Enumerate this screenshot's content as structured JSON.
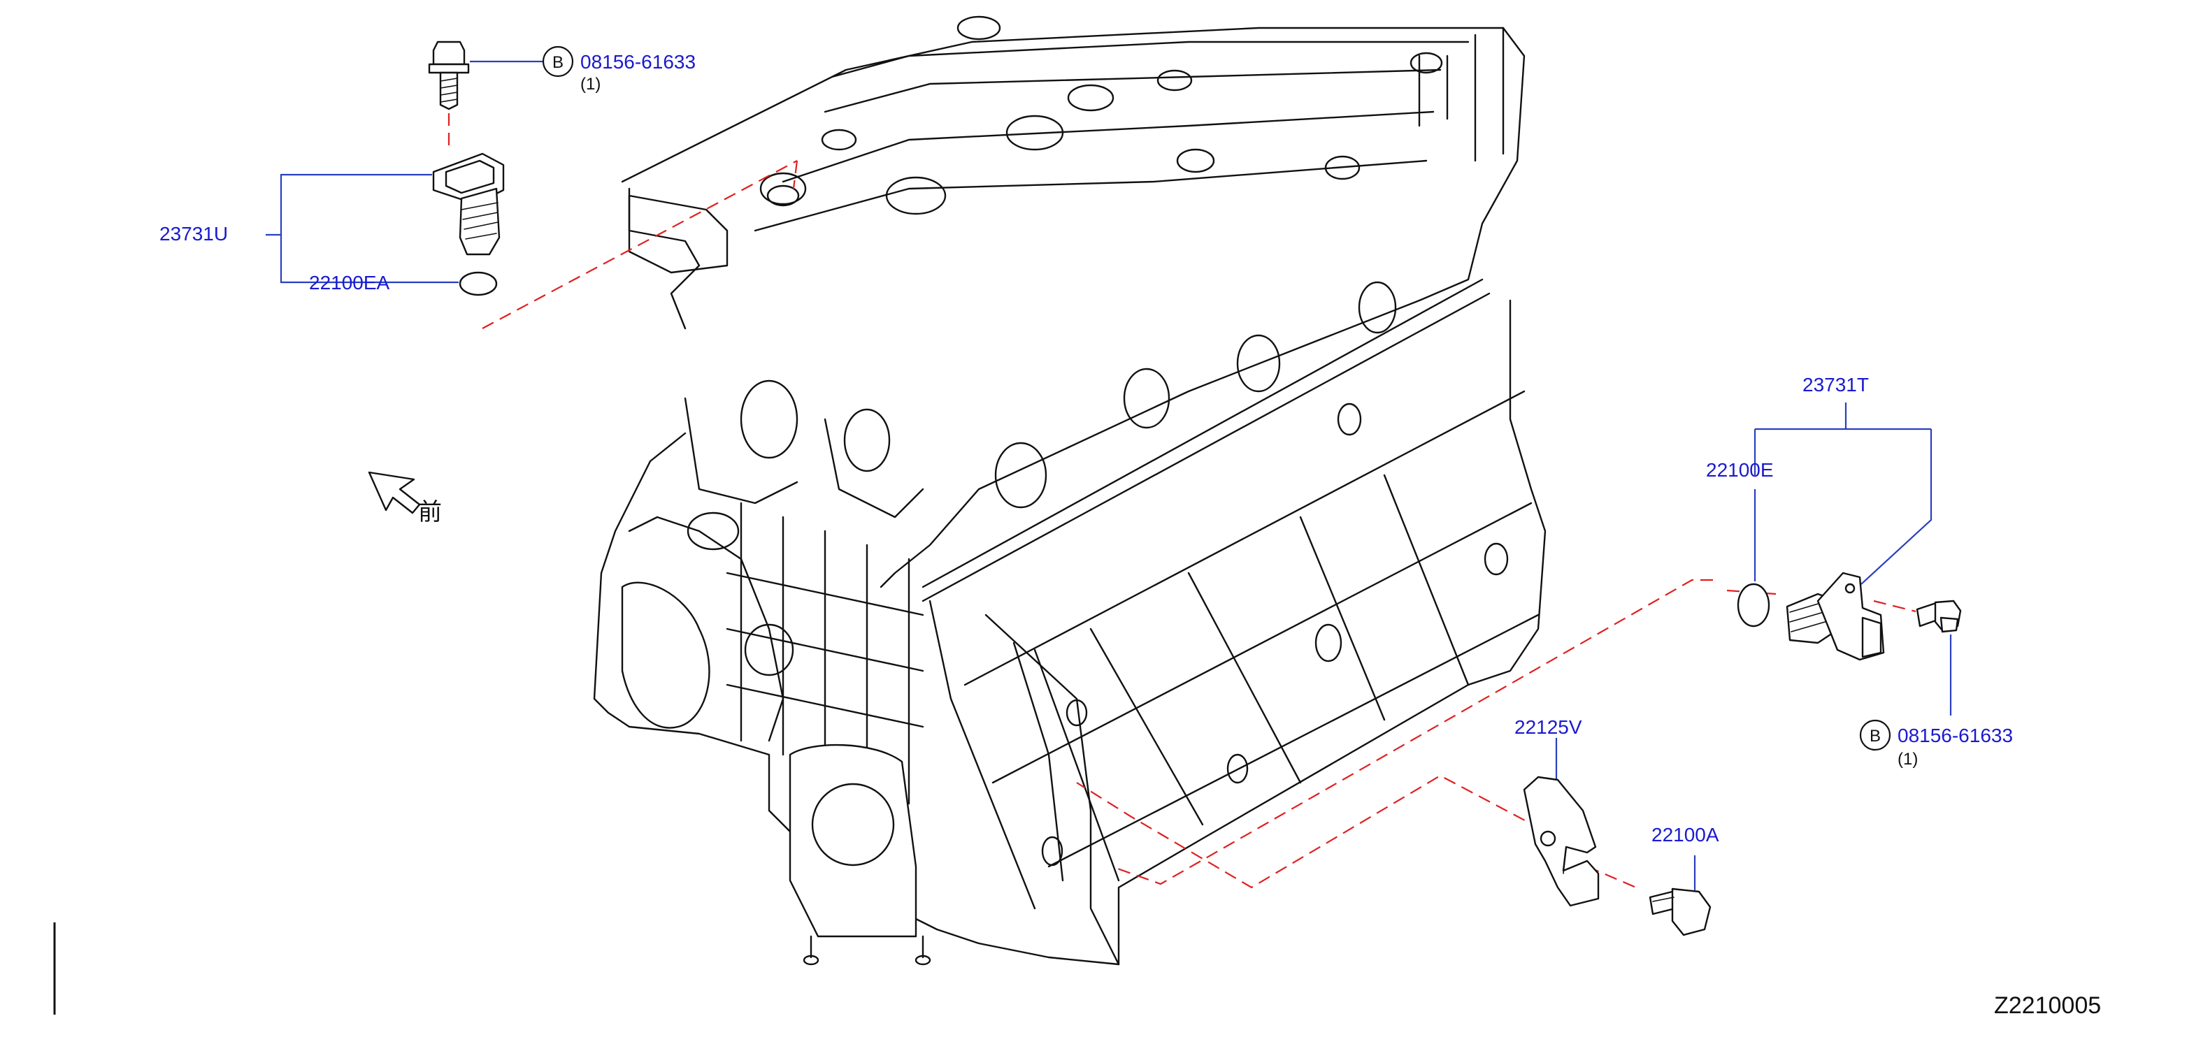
{
  "colors": {
    "part_number": "#1a1ad0",
    "leader": "#2a3fbf",
    "dash": "#e02020",
    "ink": "#111111"
  },
  "labels": {
    "bolt_top": {
      "marker": "B",
      "number": "08156-61633",
      "qty": "(1)"
    },
    "sensor_top_assy": "23731U",
    "oring_top": "22100EA",
    "sensor_right_assy": "23731T",
    "oring_right": "22100E",
    "bolt_right": {
      "marker": "B",
      "number": "08156-61633",
      "qty": "(1)"
    },
    "bracket": "22125V",
    "bolt_bracket": "22100A",
    "front": "前",
    "drawing_number": "Z2210005"
  }
}
